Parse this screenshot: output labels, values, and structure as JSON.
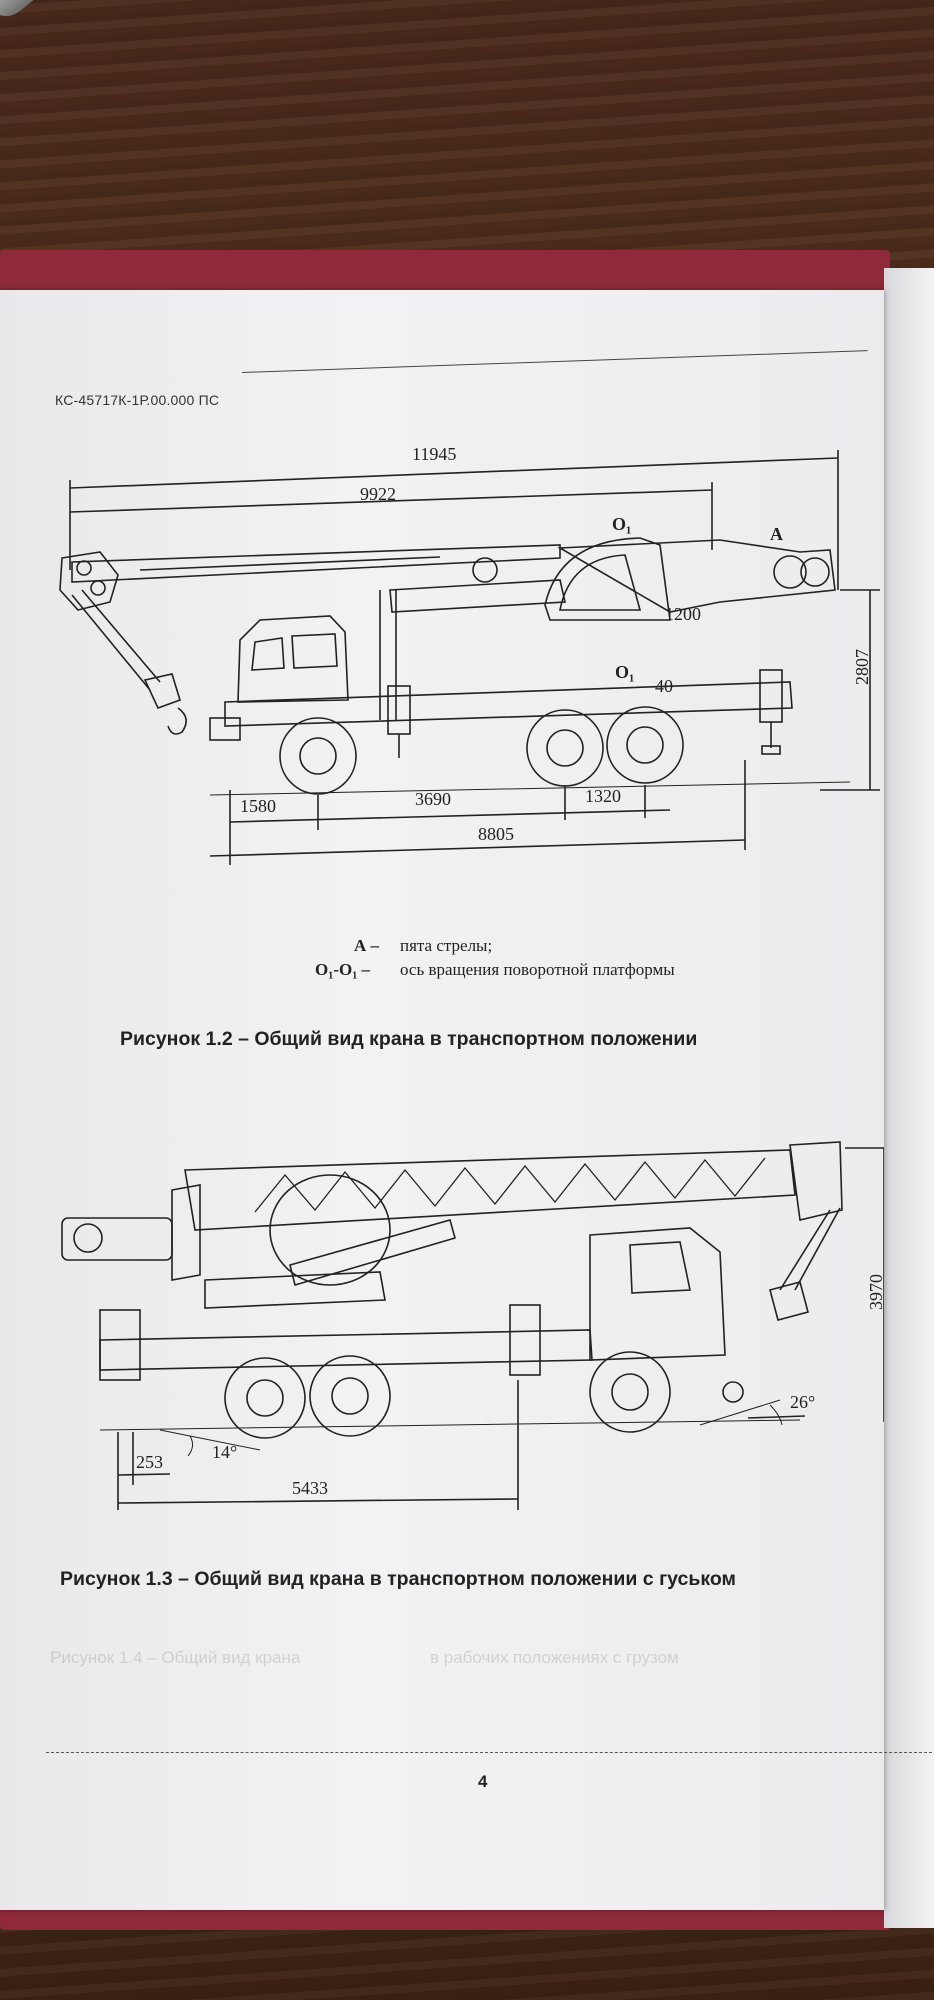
{
  "document": {
    "header_code": "КС-45717К-1Р.00.000 ПС",
    "page_number": "4"
  },
  "figure_1_2": {
    "dimensions": {
      "overall_length": "11945",
      "boom_length": "9922",
      "height": "2807",
      "front_overhang": "1580",
      "wheelbase_front": "3690",
      "wheelbase_rear": "1320",
      "chassis_length": "8805",
      "rotation_offset": "1200",
      "axis_offset": "40"
    },
    "labels": {
      "point_a": "A",
      "axis_top": "O₁",
      "axis_bottom": "O₁"
    },
    "legend": [
      {
        "key": "А –",
        "text": "пята стрелы;"
      },
      {
        "key": "О₁-О₁ –",
        "text": "ось вращения поворотной платформы"
      }
    ],
    "caption": "Рисунок 1.2 – Общий вид крана в транспортном положении"
  },
  "figure_1_3": {
    "dimensions": {
      "height": "3970",
      "rear_overhang": "253",
      "wheel_to_outrigger": "5433",
      "rear_angle": "14°",
      "front_angle": "26°"
    },
    "caption": "Рисунок 1.3 – Общий вид крана в транспортном положении с гуськом"
  },
  "ghost_text": {
    "line1": "Рисунок 1.4 – Общий вид крана",
    "line2": "в рабочих положениях с грузом"
  }
}
